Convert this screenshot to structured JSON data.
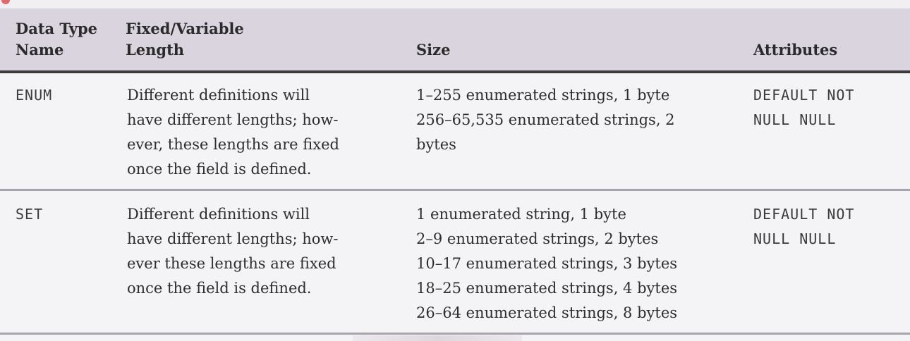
{
  "columns": {
    "name_line1": "Data Type",
    "name_line2": "Name",
    "length_line1": "Fixed/Variable",
    "length_line2": "Length",
    "size": "Size",
    "attributes": "Attributes"
  },
  "rows": [
    {
      "name": "ENUM",
      "length_lines": [
        "Different definitions will",
        "have different lengths; how-",
        "ever, these lengths are fixed",
        "once the field is defined."
      ],
      "size_lines": [
        "1–255 enumerated strings, 1 byte",
        "256–65,535 enumerated strings, 2",
        "bytes"
      ],
      "attr_lines": [
        "DEFAULT NOT",
        "NULL NULL"
      ]
    },
    {
      "name": "SET",
      "length_lines": [
        "Different definitions will",
        "have different lengths; how-",
        "ever these lengths are fixed",
        "once the field is defined."
      ],
      "size_lines": [
        "1 enumerated string, 1 byte",
        "2–9 enumerated strings, 2 bytes",
        "10–17 enumerated strings, 3 bytes",
        "18–25 enumerated strings, 4 bytes",
        "26–64 enumerated strings, 8 bytes"
      ],
      "attr_lines": [
        "DEFAULT NOT",
        "NULL NULL"
      ]
    }
  ]
}
